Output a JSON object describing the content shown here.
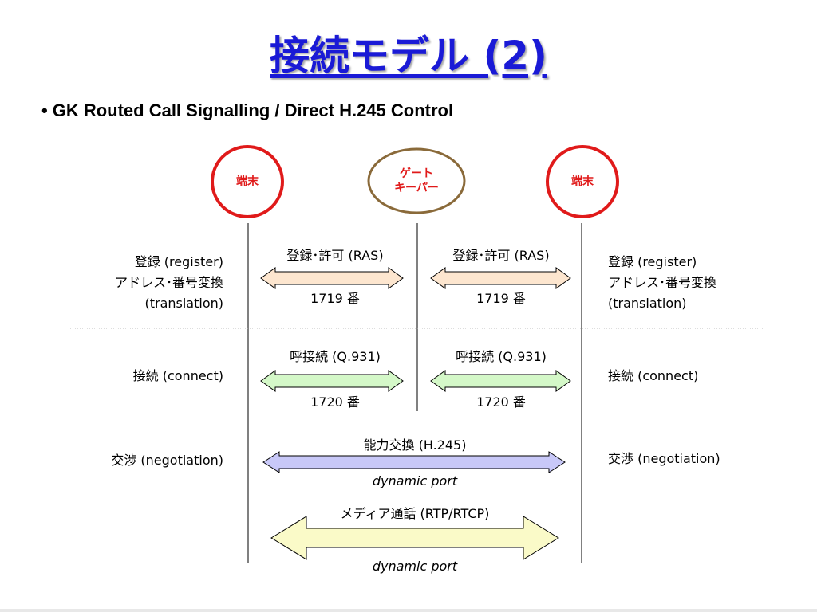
{
  "title": "接続モデル (2)",
  "subtitle": "GK Routed Call Signalling / Direct H.245 Control",
  "bullet": "•",
  "colors": {
    "title": "#1a1ad6",
    "terminal_border": "#e01a1a",
    "terminal_text": "#e01a1a",
    "gatekeeper_border": "#8a6a3a",
    "gatekeeper_text": "#e01a1a",
    "ras_arrow": "#fde6cf",
    "q931_arrow": "#d4f8c8",
    "h245_arrow": "#c8c8f8",
    "rtp_arrow": "#fafac8"
  },
  "nodes": {
    "left_terminal": "端末",
    "gatekeeper_line1": "ゲート",
    "gatekeeper_line2": "キーパー",
    "right_terminal": "端末"
  },
  "left_labels": {
    "register": "登録 (register)",
    "address": "アドレス･番号変換",
    "translation": "(translation)",
    "connect": "接続 (connect)",
    "negotiation": "交渉 (negotiation)"
  },
  "right_labels": {
    "register": "登録 (register)",
    "address": "アドレス･番号変換",
    "translation": "(translation)",
    "connect": "接続 (connect)",
    "negotiation": "交渉 (negotiation)"
  },
  "arrows": {
    "ras_left_top": "登録･許可 (RAS)",
    "ras_left_bottom": "1719 番",
    "ras_right_top": "登録･許可 (RAS)",
    "ras_right_bottom": "1719 番",
    "q931_left_top": "呼接続 (Q.931)",
    "q931_left_bottom": "1720 番",
    "q931_right_top": "呼接続 (Q.931)",
    "q931_right_bottom": "1720 番",
    "h245_top": "能力交換 (H.245)",
    "h245_bottom": "dynamic port",
    "rtp_top": "メディア通話 (RTP/RTCP)",
    "rtp_bottom": "dynamic port"
  }
}
